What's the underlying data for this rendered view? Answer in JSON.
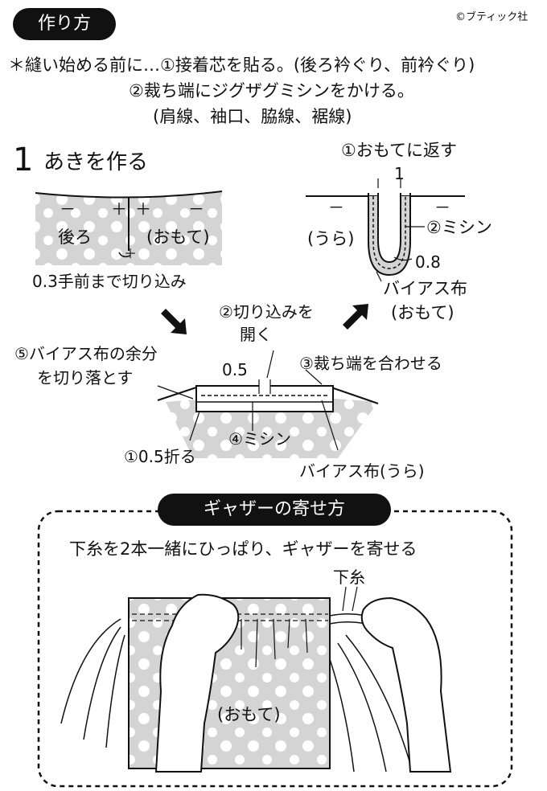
{
  "header": {
    "title": "作り方",
    "copyright": "©ブティック社"
  },
  "notes": {
    "line1": "＊縫い始める前に…①接着芯を貼る。(後ろ衿ぐり、前衿ぐり)",
    "line2": "②裁ち端にジグザグミシンをかける。",
    "line3": "(肩線、袖口、脇線、裾線)"
  },
  "step1": {
    "number": "1",
    "title": "あきを作る",
    "label_back": "後ろ",
    "label_front": "(おもて)",
    "label_cut": "0.3手前まで切り込み",
    "mark_minus": "－",
    "mark_plus": "＋",
    "label_turn": "①おもてに返す",
    "label_one": "1",
    "label_ura": "(うら)",
    "label_sewing2": "②ミシン",
    "label_08": "0.8",
    "label_bias_front_1": "バイアス布",
    "label_bias_front_2": "(おもて)",
    "label_open_1": "②切り込みを",
    "label_open_2": "開く",
    "label_cutoff_1": "⑤バイアス布の余分",
    "label_cutoff_2": "を切り落とす",
    "label_05": "0.5",
    "label_align": "③裁ち端を合わせる",
    "label_sewing4": "④ミシン",
    "label_fold": "①0.5折る",
    "label_bias_back": "バイアス布(うら)"
  },
  "gather": {
    "title": "ギャザーの寄せ方",
    "instruction": "下糸を2本一緒にひっぱり、ギャザーを寄せる",
    "label_thread": "下糸",
    "label_front": "(おもて)"
  }
}
